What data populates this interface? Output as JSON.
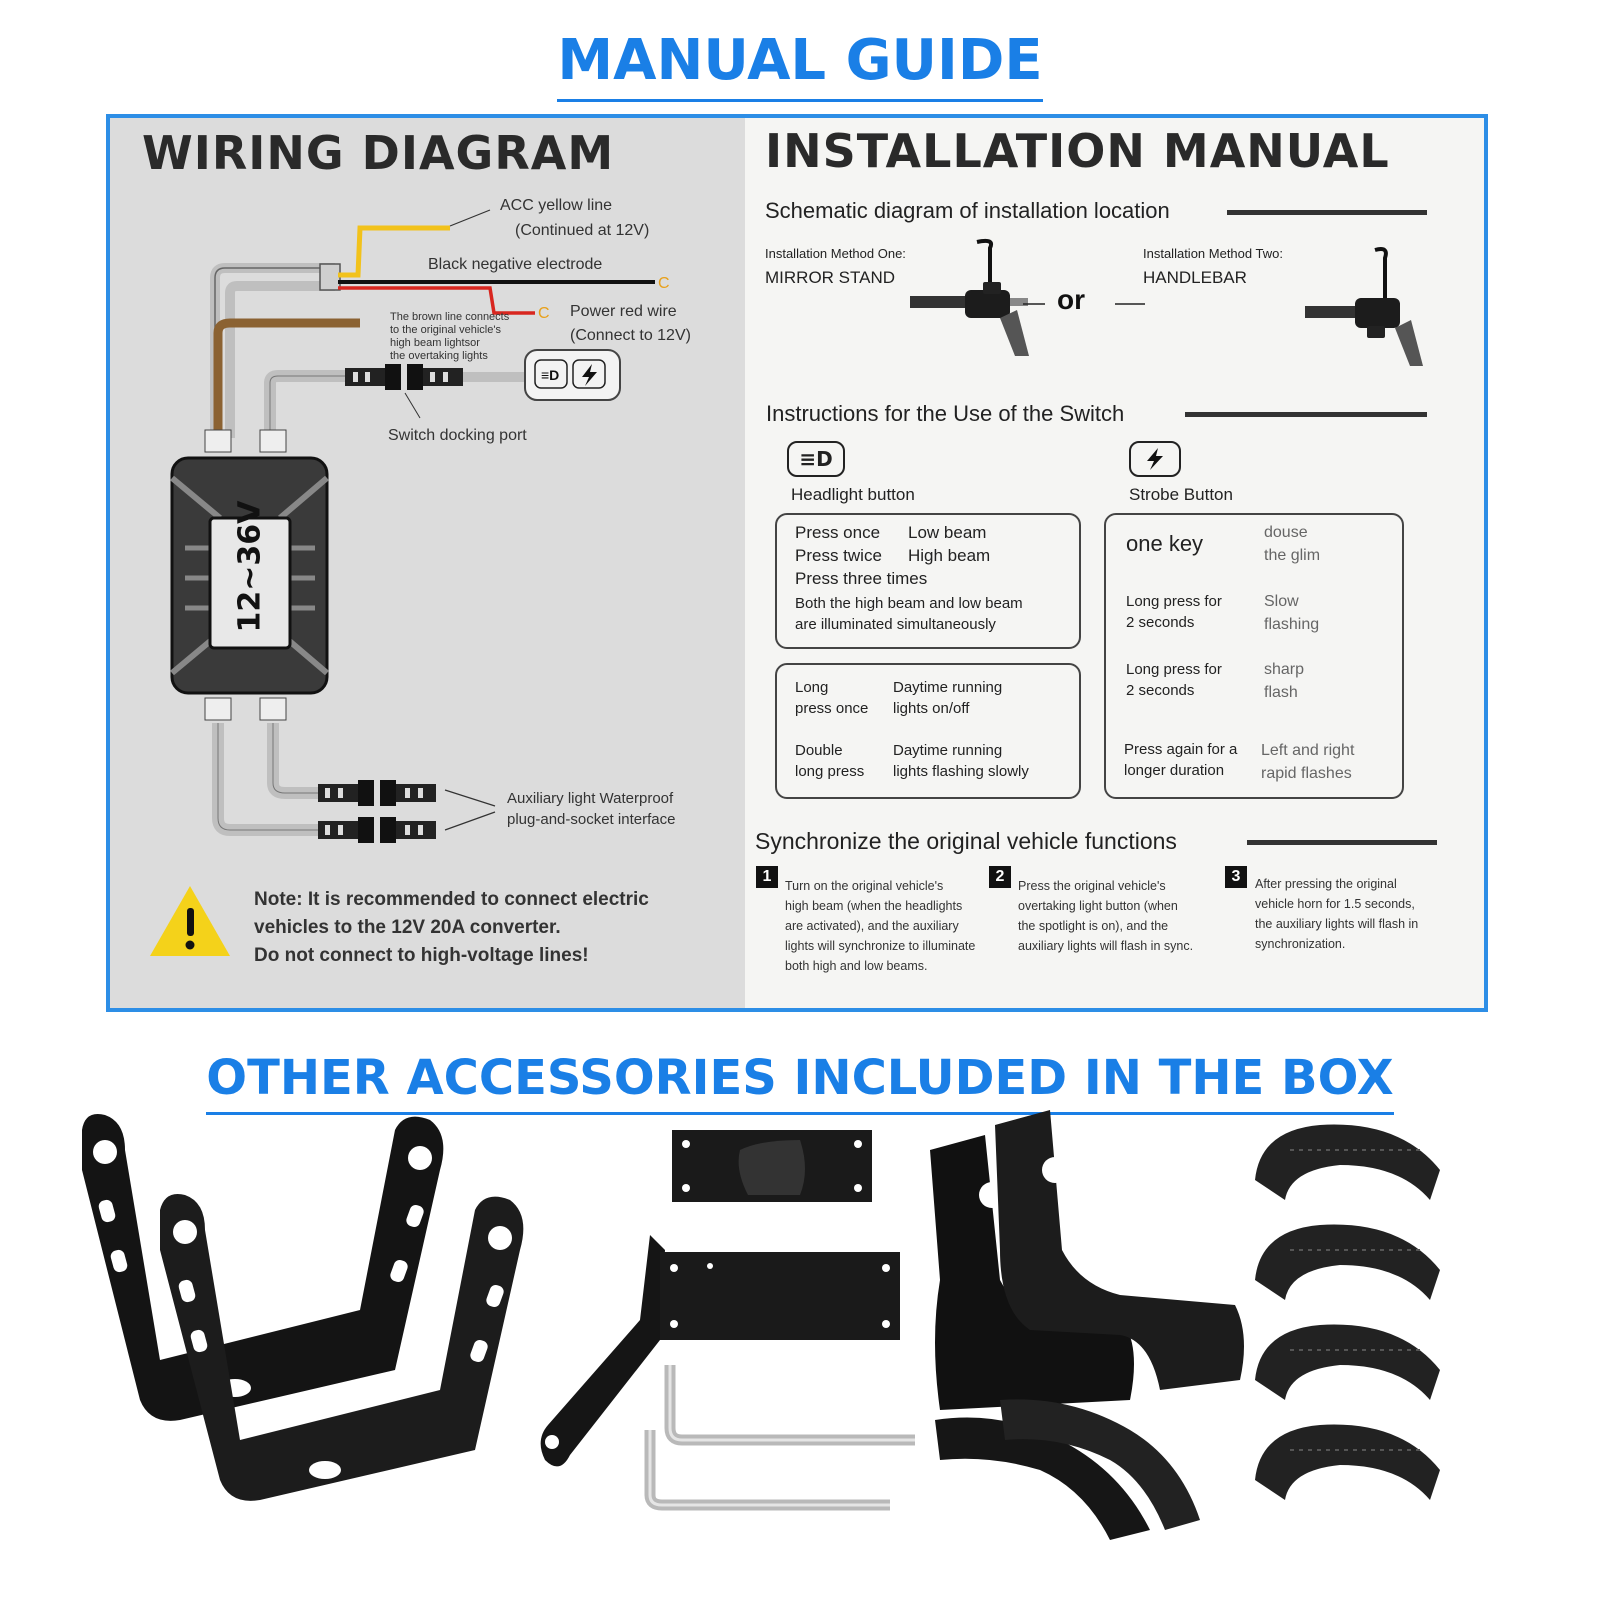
{
  "manual_title": "MANUAL GUIDE",
  "accessories_title": "OTHER ACCESSORIES INCLUDED IN THE BOX",
  "wiring": {
    "title": "WIRING DIAGRAM",
    "acc_line": "ACC yellow line",
    "acc_line_sub": "(Continued at 12V)",
    "black_wire": "Black negative electrode",
    "brown_line": [
      "The brown line connects",
      "to the original vehicle's",
      "high beam lightsor",
      "the overtaking lights"
    ],
    "power_red": "Power red wire",
    "power_red_sub": "(Connect to 12V)",
    "switch_port": "Switch docking port",
    "voltage": "12~36V",
    "aux_light": "Auxiliary light Waterproof",
    "aux_light_sub": "plug-and-socket interface",
    "note": [
      "Note: It is recommended to connect electric",
      "vehicles to the 12V 20A converter.",
      "Do not connect to high-voltage lines!"
    ]
  },
  "install": {
    "title": "INSTALLATION MANUAL",
    "schematic_heading": "Schematic diagram of installation location",
    "method_one_label": "Installation Method One:",
    "method_one_value": "MIRROR STAND",
    "or": "or",
    "method_two_label": "Installation Method Two:",
    "method_two_value": "HANDLEBAR",
    "switch_heading": "Instructions for the Use of the Switch",
    "headlight_button": "Headlight button",
    "strobe_button": "Strobe Button",
    "headlight_box1": {
      "press_once": "Press once",
      "low_beam": "Low beam",
      "press_twice": "Press twice",
      "high_beam": "High beam",
      "press_three": "Press three times",
      "both": [
        "Both the high beam and low beam",
        "are illuminated simultaneously"
      ]
    },
    "headlight_box2": {
      "long_press_once": [
        "Long",
        "press once"
      ],
      "drl_onoff": [
        "Daytime running",
        "lights on/off"
      ],
      "double_long": [
        "Double",
        "long press"
      ],
      "drl_flash": [
        "Daytime running",
        "lights flashing slowly"
      ]
    },
    "strobe_box": {
      "one_key": "one key",
      "douse": [
        "douse",
        "the glim"
      ],
      "long_press_1": [
        "Long press for",
        "2 seconds"
      ],
      "slow": [
        "Slow",
        "flashing"
      ],
      "long_press_2": [
        "Long press for",
        "2 seconds"
      ],
      "sharp": [
        "sharp",
        "flash"
      ],
      "press_again": [
        "Press again for a",
        "longer duration"
      ],
      "rapid": [
        "Left and right",
        "rapid flashes"
      ]
    },
    "sync_heading": "Synchronize the original vehicle functions",
    "steps": [
      {
        "num": "1",
        "lines": [
          "Turn on the original vehicle's",
          "high beam (when the headlights",
          "are activated), and the auxiliary",
          "lights will synchronize to illuminate",
          "both high and low beams."
        ]
      },
      {
        "num": "2",
        "lines": [
          "Press the original vehicle's",
          "overtaking light button (when",
          "the spotlight is on), and the",
          "auxiliary lights will flash in sync."
        ]
      },
      {
        "num": "3",
        "lines": [
          "After pressing the original",
          "vehicle horn for 1.5 seconds,",
          "the auxiliary lights will flash in",
          "synchronization."
        ]
      }
    ]
  },
  "colors": {
    "accent": "#1a7fe6",
    "frame": "#2d8ee6",
    "yellow_wire": "#f2c21b",
    "red_wire": "#d8261f",
    "brown_wire": "#8b6232",
    "warning": "#f4d21a"
  }
}
